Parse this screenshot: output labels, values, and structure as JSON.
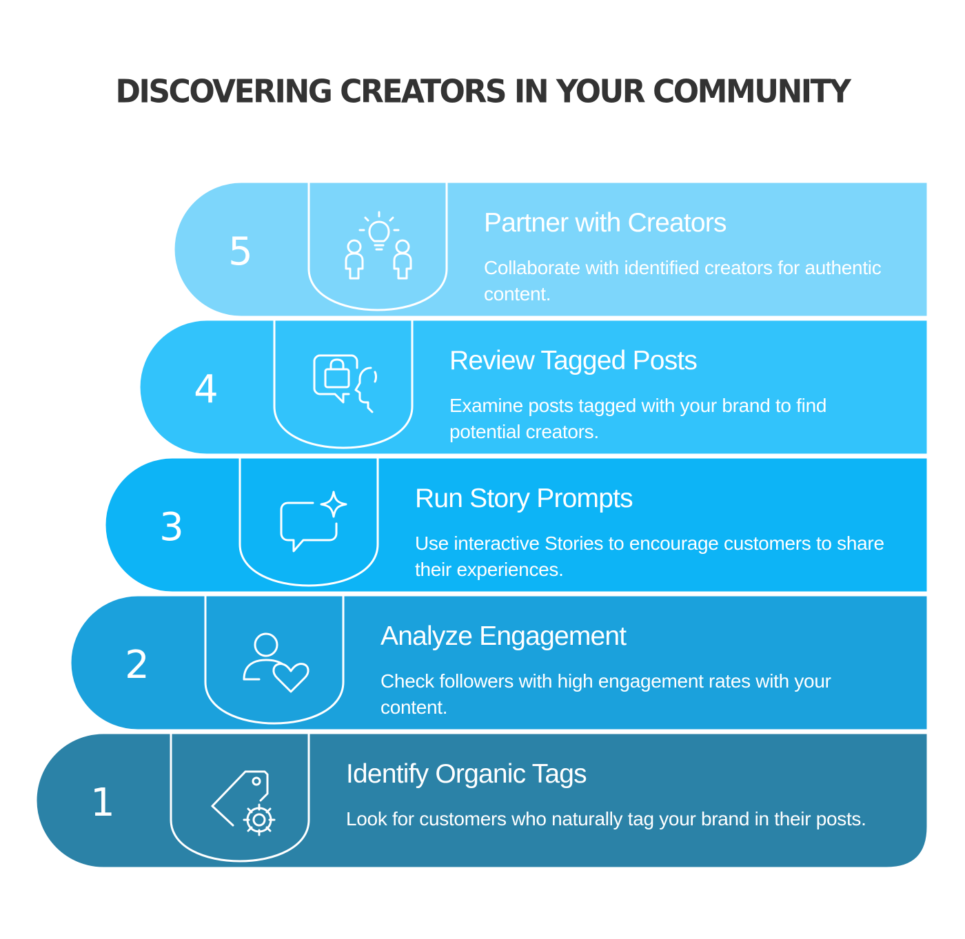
{
  "title": "DISCOVERING CREATORS IN YOUR COMMUNITY",
  "steps": [
    {
      "number": "1",
      "title": "Identify Organic Tags",
      "description": [
        "Look for customers who naturally tag your brand in their posts."
      ],
      "icon": "tag-gear-icon",
      "color": "#2b82a7"
    },
    {
      "number": "2",
      "title": "Analyze Engagement",
      "description": [
        "Check followers with high engagement rates with your",
        "content."
      ],
      "icon": "user-heart-icon",
      "color": "#1ba1dc"
    },
    {
      "number": "3",
      "title": "Run Story Prompts",
      "description": [
        "Use interactive Stories to encourage customers to share",
        "their experiences."
      ],
      "icon": "chat-sparkle-icon",
      "color": "#0db4f6"
    },
    {
      "number": "4",
      "title": "Review Tagged Posts",
      "description": [
        "Examine posts tagged with your brand to find",
        "potential creators."
      ],
      "icon": "shopping-bag-chat-icon",
      "color": "#32c3fb"
    },
    {
      "number": "5",
      "title": "Partner with Creators",
      "description": [
        "Collaborate with identified creators for authentic",
        "content."
      ],
      "icon": "people-idea-icon",
      "color": "#7dd6fb"
    }
  ]
}
